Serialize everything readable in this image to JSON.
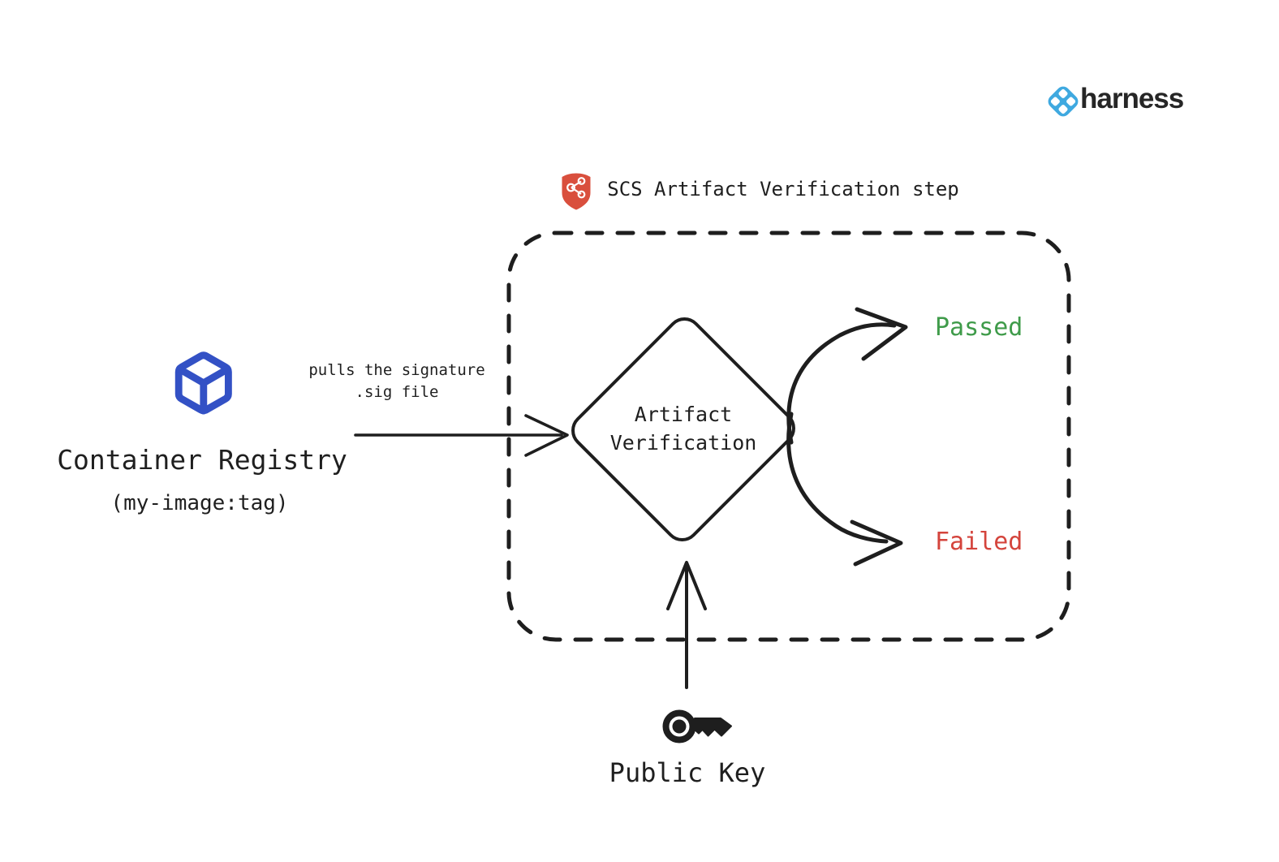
{
  "branding": {
    "wordmark": "harness",
    "logo_color": "#3fa9e0",
    "wordmark_color": "#262626"
  },
  "header": {
    "title": "SCS Artifact Verification step",
    "shield_color": "#d94f3d"
  },
  "step": {
    "diamond_label": "Artifact\nVerification",
    "outcomes": {
      "passed_label": "Passed",
      "passed_color": "#3f9b4a",
      "failed_label": "Failed",
      "failed_color": "#d4443c"
    }
  },
  "registry": {
    "name": "Container Registry",
    "image_tag": "(my-image:tag)",
    "icon_color": "#3351c5"
  },
  "pull_arrow": {
    "label": "pulls the signature\n.sig file"
  },
  "public_key": {
    "label": "Public Key"
  },
  "ink_color": "#1e1e1e",
  "background_color": "#ffffff"
}
